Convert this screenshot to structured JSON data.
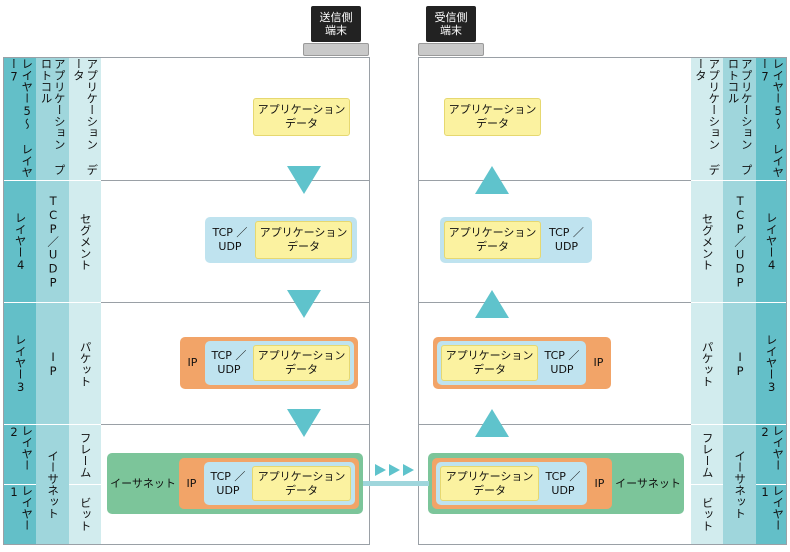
{
  "terminals": {
    "sender": "送信側\n端末",
    "receiver": "受信側\n端末"
  },
  "layers": {
    "l57": "レイヤー5〜\nレイヤー7",
    "l4": "レイヤー4",
    "l3": "レイヤー3",
    "l2": "レイヤー2",
    "l1": "レイヤー1"
  },
  "protocols": {
    "app": "アプリケーション\nプロトコル",
    "tcpudp": "TCP／UDP",
    "ip": "IP",
    "ethernet": "イーサネット"
  },
  "units": {
    "data": "アプリケーション\nデータ",
    "segment": "セグメント",
    "packet": "パケット",
    "frame": "フレーム",
    "bit": "ビット"
  },
  "boxes": {
    "app_data": "アプリケーション\nデータ",
    "tcp_udp": "TCP ／\nUDP",
    "ip": "IP",
    "ethernet": "イーサネット"
  },
  "colors": {
    "layer_col": "#63bfc8",
    "protocol_col": "#9fd6dc",
    "unit_col": "#d2ecee",
    "app_box": "#fbf2a0",
    "tcp_box": "#bfe3ef",
    "ip_box": "#f2a468",
    "ethernet_box": "#7cc59a",
    "arrow": "#5fc3cc"
  }
}
